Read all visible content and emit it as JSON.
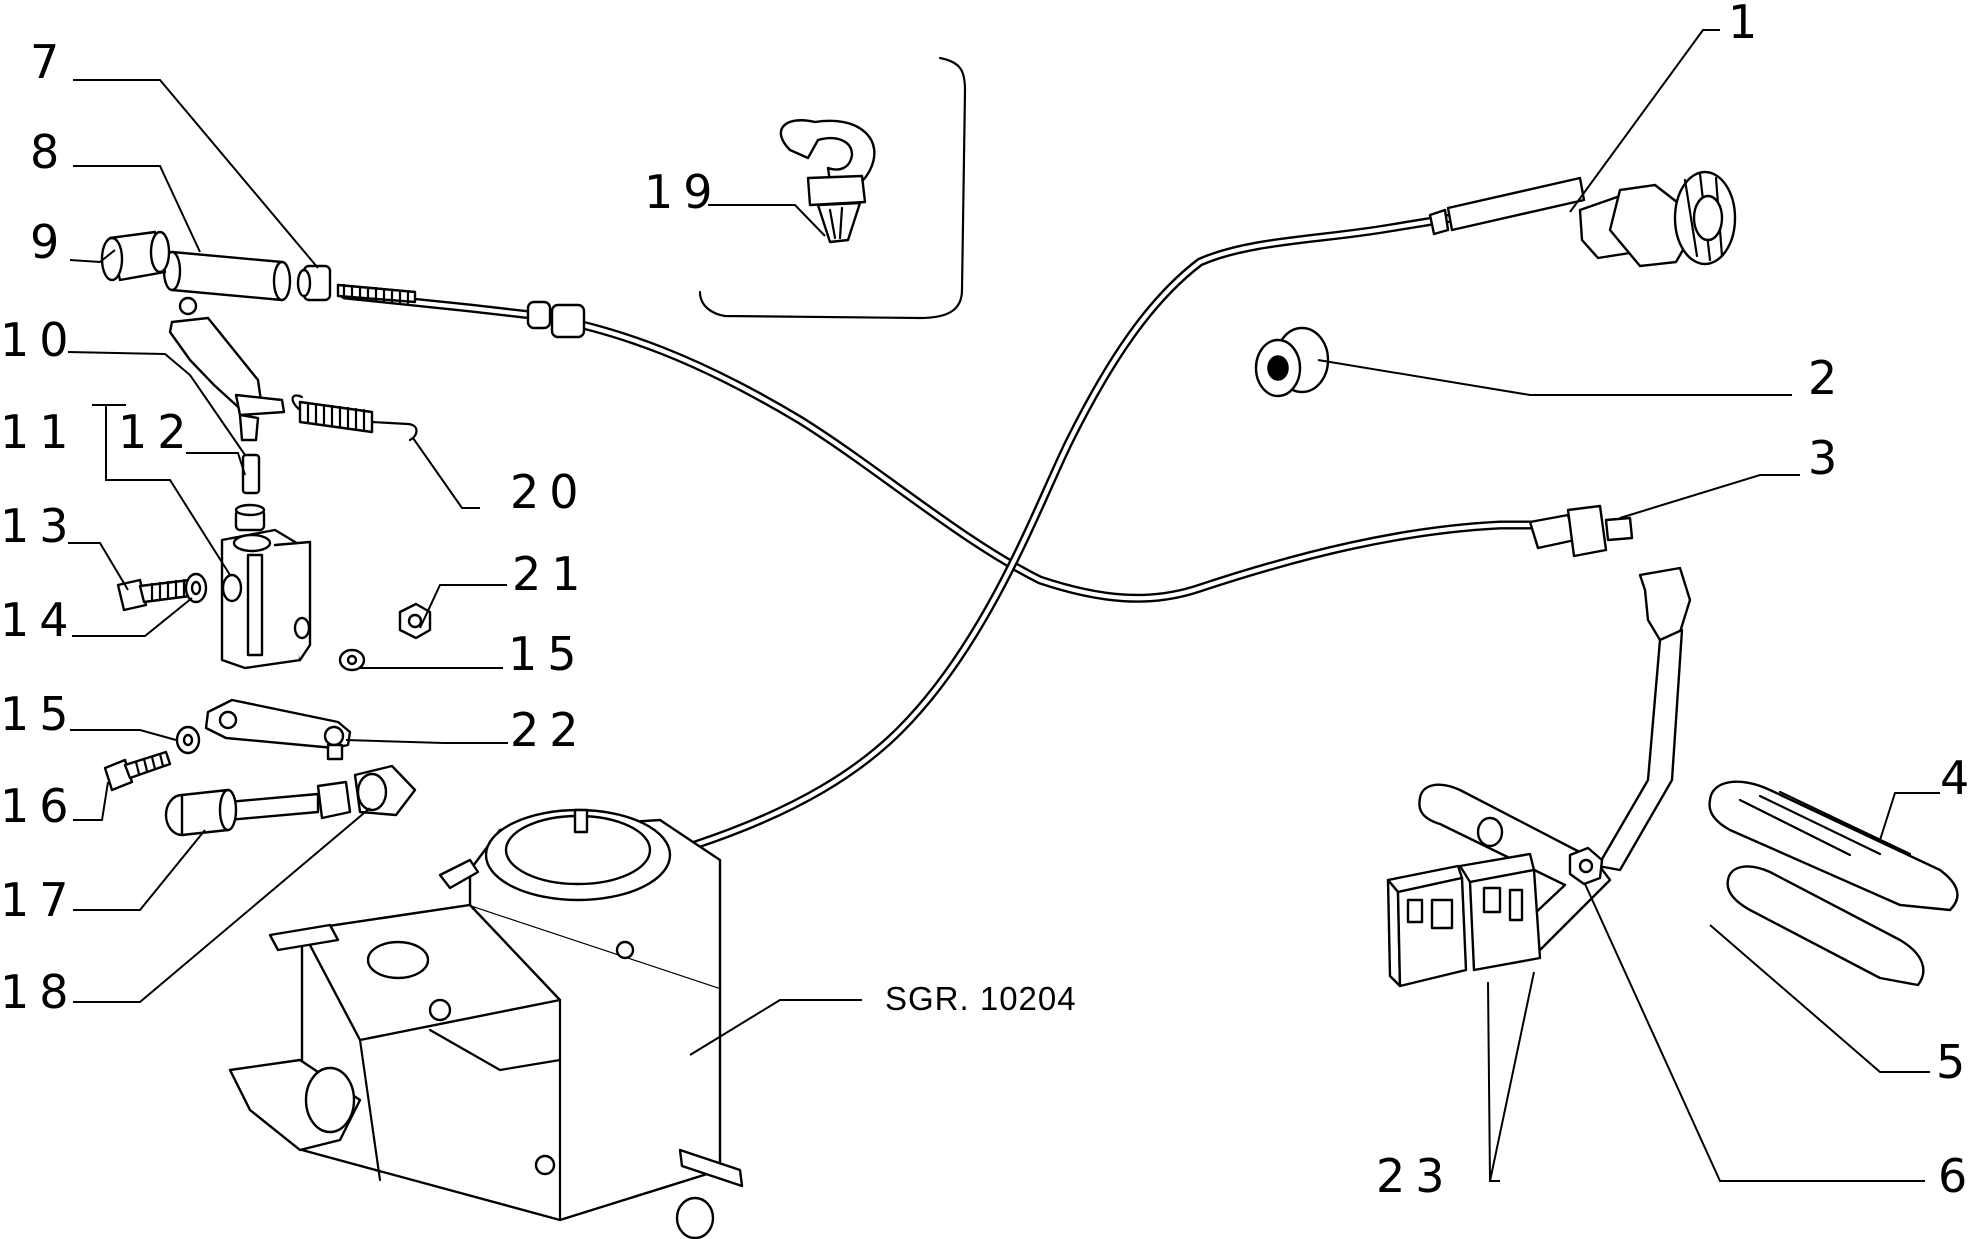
{
  "diagram": {
    "reference_code": "SGR. 10204",
    "callouts": [
      "1",
      "2",
      "3",
      "4",
      "5",
      "6",
      "7",
      "8",
      "9",
      "10",
      "11",
      "12",
      "13",
      "14",
      "15",
      "15",
      "16",
      "17",
      "18",
      "19",
      "20",
      "21",
      "22",
      "23"
    ]
  }
}
